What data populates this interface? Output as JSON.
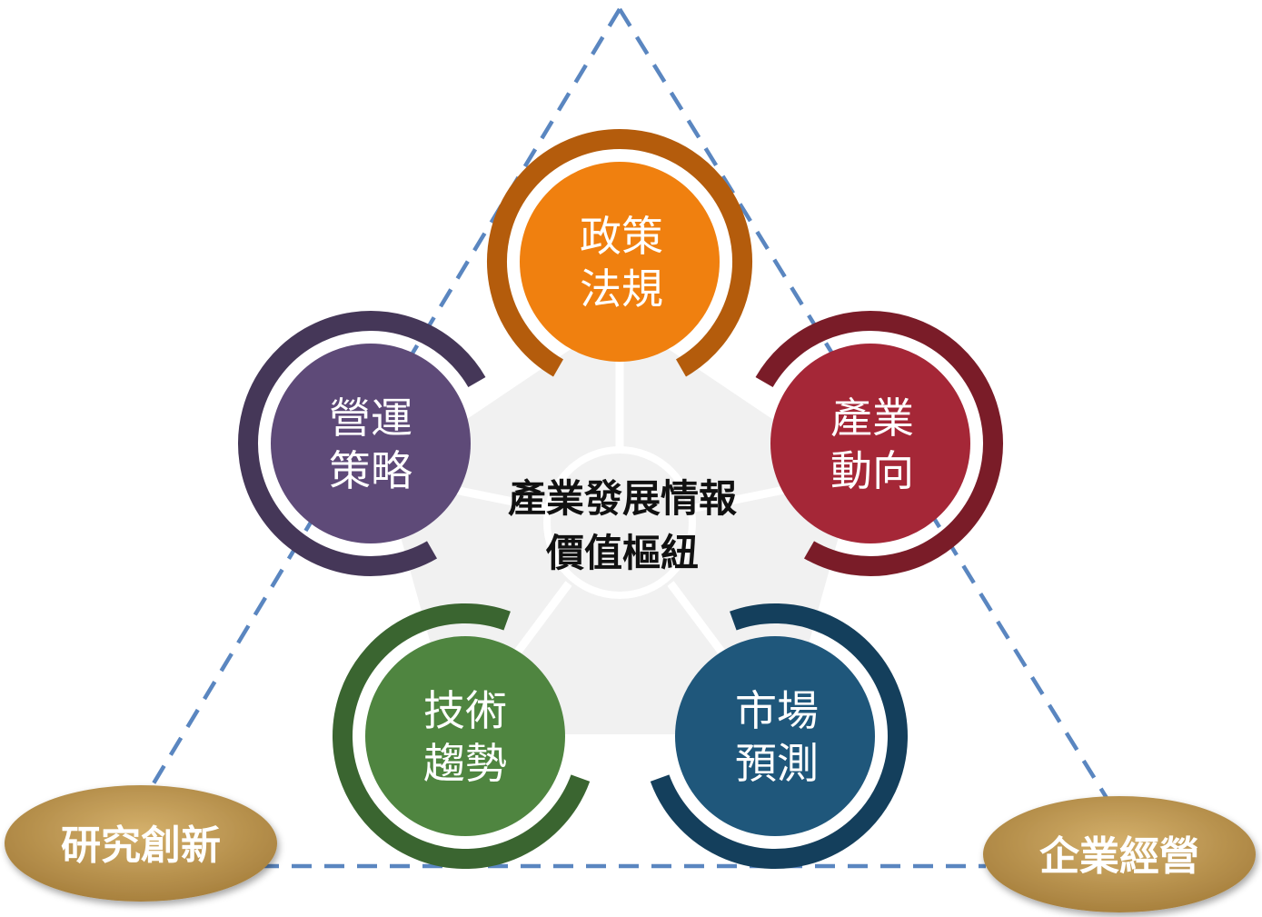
{
  "center": {
    "line1": "產業發展情報",
    "line2": "價值樞紐"
  },
  "nodes": [
    {
      "id": "policy",
      "line1": "政策",
      "line2": "法規",
      "fill": "#F0800F",
      "ring": "#B45C0C"
    },
    {
      "id": "industry",
      "line1": "產業",
      "line2": "動向",
      "fill": "#A52737",
      "ring": "#7A1C28"
    },
    {
      "id": "market",
      "line1": "市場",
      "line2": "預測",
      "fill": "#1F577B",
      "ring": "#143F5C"
    },
    {
      "id": "tech",
      "line1": "技術",
      "line2": "趨勢",
      "fill": "#4F8540",
      "ring": "#3A6530"
    },
    {
      "id": "strategy",
      "line1": "營運",
      "line2": "策略",
      "fill": "#5E4A78",
      "ring": "#453758"
    }
  ],
  "corners": {
    "research": {
      "label": "研究創新"
    },
    "business": {
      "label": "企業經營"
    }
  },
  "colors": {
    "dashed_line": "#5A86C0",
    "pentagon": "#F1F1F1",
    "corner_fill": "#C39B52",
    "corner_fill_dark": "#A07A36"
  }
}
